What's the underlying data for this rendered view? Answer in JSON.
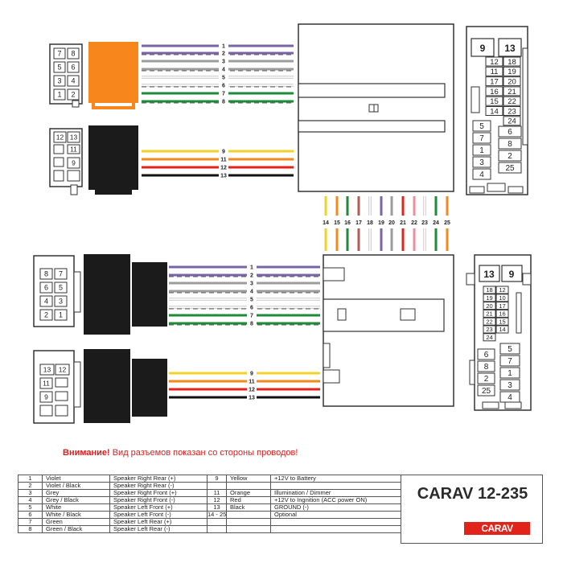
{
  "colors": {
    "violet": "#7b64a6",
    "violet_black_a": "#7b64a6",
    "grey": "#9c9c9c",
    "white": "#eeeeee",
    "green": "#1e8a3a",
    "yellow": "#f2d12a",
    "orange": "#f28a1e",
    "red": "#e2231a",
    "black": "#111111",
    "connector_orange": "#f7861d",
    "connector_black": "#1b1b1b",
    "warning": "#d62020",
    "badge": "#e2231a"
  },
  "top": {
    "connector_a_pins": [
      "7",
      "8",
      "5",
      "6",
      "3",
      "4",
      "1",
      "2"
    ],
    "connector_b_pins": [
      "12",
      "13",
      "11",
      "9"
    ],
    "wires_a": [
      "1",
      "2",
      "3",
      "4",
      "5",
      "6",
      "7",
      "8"
    ],
    "wires_b": [
      "9",
      "11",
      "12",
      "13"
    ],
    "side_labels": [
      "9",
      "13"
    ],
    "side_left_col": [
      "5",
      "7",
      "1",
      "3",
      "4"
    ],
    "side_right_col": [
      "6",
      "8",
      "2",
      "25"
    ],
    "side_small_col": [
      "12",
      "11",
      "17",
      "16",
      "15",
      "14",
      "18",
      "19",
      "20",
      "21",
      "22",
      "23",
      "24"
    ]
  },
  "middle": {
    "vertical_wires": [
      "14",
      "15",
      "16",
      "17",
      "18",
      "19",
      "20",
      "21",
      "22",
      "23",
      "24",
      "25"
    ]
  },
  "bottom": {
    "connector_a_pins": [
      "8",
      "7",
      "6",
      "5",
      "4",
      "3",
      "2",
      "1"
    ],
    "connector_b_pins": [
      "13",
      "12",
      "11",
      "9"
    ],
    "wires_a": [
      "1",
      "2",
      "3",
      "4",
      "5",
      "6",
      "7",
      "8"
    ],
    "wires_b": [
      "9",
      "11",
      "12",
      "13"
    ],
    "side_labels": [
      "13",
      "9"
    ],
    "side_left_col": [
      "6",
      "8",
      "2",
      "25"
    ],
    "side_right_col": [
      "5",
      "7",
      "1",
      "3",
      "4"
    ],
    "side_small_col": [
      "18",
      "19",
      "20",
      "21",
      "22",
      "23",
      "24",
      "12",
      "10",
      "17",
      "16",
      "15",
      "14"
    ]
  },
  "warning": {
    "lead": "Внимание!",
    "text": "Вид разъемов показан со стороны проводов!"
  },
  "table": {
    "rows": [
      {
        "n": "1",
        "color": "Violet",
        "func": "Speaker Right Rear (+)",
        "n2": "9",
        "color2": "Yellow",
        "func2": "+12V to Battery"
      },
      {
        "n": "2",
        "color": "Violet / Black",
        "func": "Speaker Right Rear (-)",
        "n2": "",
        "color2": "",
        "func2": ""
      },
      {
        "n": "3",
        "color": "Grey",
        "func": "Speaker Right Front (+)",
        "n2": "11",
        "color2": "Orange",
        "func2": "Illumination / Dimmer"
      },
      {
        "n": "4",
        "color": "Grey / Black",
        "func": "Speaker Right Front (-)",
        "n2": "12",
        "color2": "Red",
        "func2": "+12V to Ingnition (ACC power ON)"
      },
      {
        "n": "5",
        "color": "White",
        "func": "Speaker Left Front (+)",
        "n2": "13",
        "color2": "Black",
        "func2": "GROUND (-)"
      },
      {
        "n": "6",
        "color": "White / Black",
        "func": "Speaker Left Front (-)",
        "n2": "14 - 25",
        "color2": "",
        "func2": "Optional"
      },
      {
        "n": "7",
        "color": "Green",
        "func": "Speaker Left Rear (+)",
        "n2": "",
        "color2": "",
        "func2": ""
      },
      {
        "n": "8",
        "color": "Green / Black",
        "func": "Speaker Left Rear (-)",
        "n2": "",
        "color2": "",
        "func2": ""
      }
    ]
  },
  "product": {
    "model": "CARAV 12-235",
    "brand": "CARAV"
  }
}
